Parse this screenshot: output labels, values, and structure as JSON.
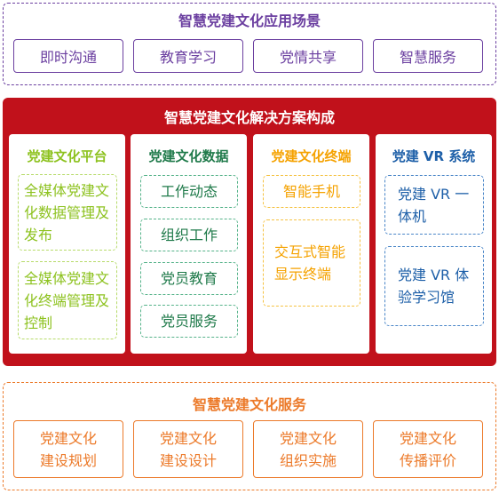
{
  "top": {
    "title": "智慧党建文化应用场景",
    "items": [
      "即时沟通",
      "教育学习",
      "党情共享",
      "智慧服务"
    ]
  },
  "middle": {
    "title": "智慧党建文化解决方案构成",
    "panels": [
      {
        "title": "党建文化平台",
        "color": "#8dc21f",
        "items": [
          "全媒体党建文化数据管理及发布",
          "全媒体党建文化终端管理及控制"
        ]
      },
      {
        "title": "党建文化数据",
        "color": "#1f7a4a",
        "items": [
          "工作动态",
          "组织工作",
          "党员教育",
          "党员服务"
        ]
      },
      {
        "title": "党建文化终端",
        "color": "#f5a200",
        "items": [
          "智能手机",
          "交互式智能显示终端"
        ]
      },
      {
        "title": "党建 VR 系统",
        "color": "#1d5fa8",
        "items": [
          "党建 VR 一体机",
          "党建 VR 体验学习馆"
        ]
      }
    ]
  },
  "bottom": {
    "title": "智慧党建文化服务",
    "items": [
      "党建文化建设规划",
      "党建文化建设设计",
      "党建文化组织实施",
      "党建文化传播评价"
    ]
  },
  "colors": {
    "purple": "#6b3fa0",
    "red": "#c1111b",
    "orange": "#ec7a2a"
  }
}
